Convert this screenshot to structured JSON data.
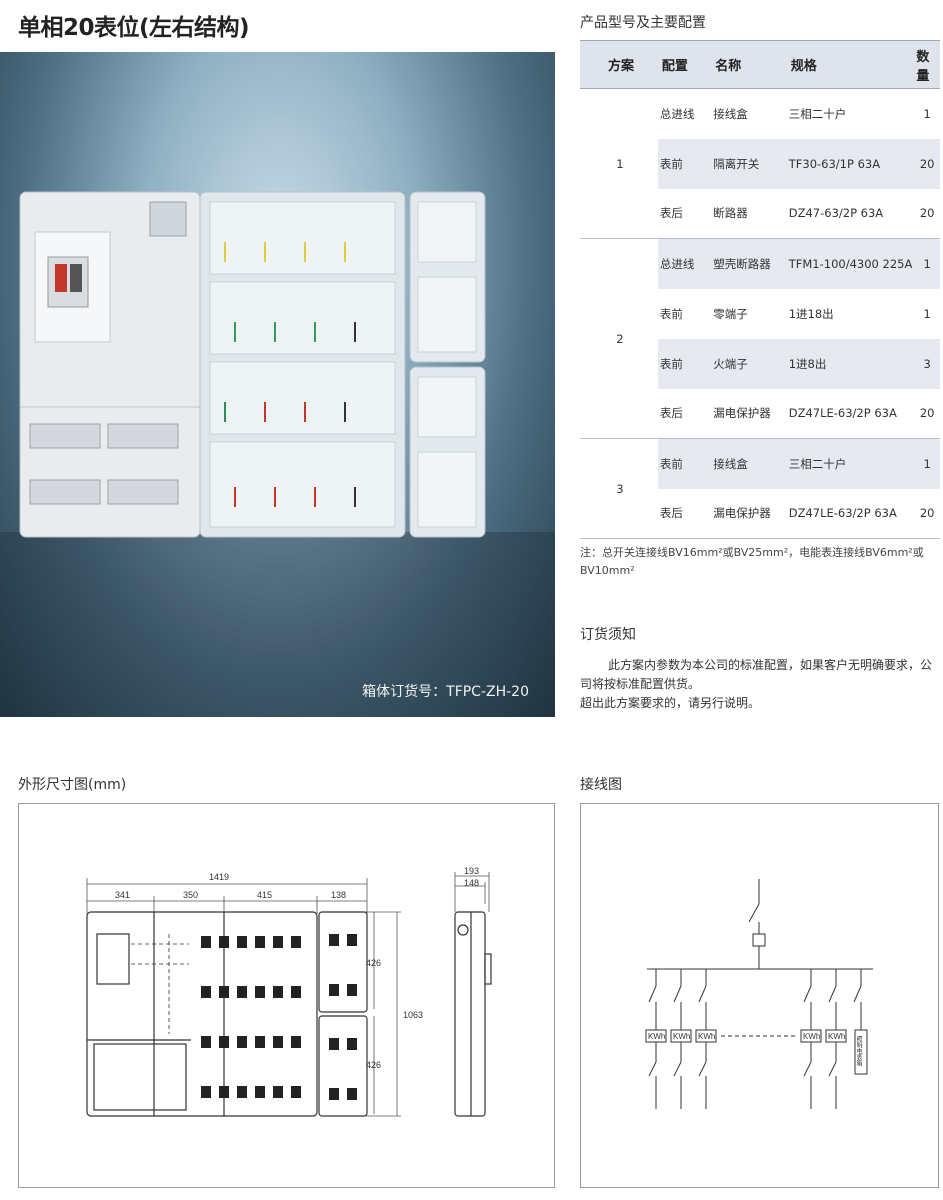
{
  "title": "单相20表位(左右结构)",
  "photo": {
    "caption": "箱体订货号：TFPC-ZH-20"
  },
  "config": {
    "title": "产品型号及主要配置",
    "headers": [
      "方案",
      "配置",
      "名称",
      "规格",
      "数量"
    ],
    "groups": [
      {
        "scheme": "1",
        "rows": [
          {
            "config": "总进线",
            "name": "接线盒",
            "spec": "三相二十户",
            "qty": "1"
          },
          {
            "config": "表前",
            "name": "隔离开关",
            "spec": "TF30-63/1P 63A",
            "qty": "20"
          },
          {
            "config": "表后",
            "name": "断路器",
            "spec": "DZ47-63/2P 63A",
            "qty": "20"
          }
        ]
      },
      {
        "scheme": "2",
        "rows": [
          {
            "config": "总进线",
            "name": "塑壳断路器",
            "spec": "TFM1-100/4300 225A",
            "qty": "1"
          },
          {
            "config": "表前",
            "name": "零端子",
            "spec": "1进18出",
            "qty": "1"
          },
          {
            "config": "表前",
            "name": "火端子",
            "spec": "1进8出",
            "qty": "3"
          },
          {
            "config": "表后",
            "name": "漏电保护器",
            "spec": "DZ47LE-63/2P 63A",
            "qty": "20"
          }
        ]
      },
      {
        "scheme": "3",
        "rows": [
          {
            "config": "表前",
            "name": "接线盒",
            "spec": "三相二十户",
            "qty": "1"
          },
          {
            "config": "表后",
            "name": "漏电保护器",
            "spec": "DZ47LE-63/2P 63A",
            "qty": "20"
          }
        ]
      }
    ]
  },
  "note": "注：总开关连接线BV16mm²或BV25mm²，电能表连接线BV6mm²或BV10mm²",
  "order": {
    "title": "订货须知",
    "line1": "此方案内参数为本公司的标准配置，如果客户无明确要求，公司将按标准配置供货。",
    "line2": "超出此方案要求的，请另行说明。"
  },
  "dimensions": {
    "title": "外形尺寸图(mm)",
    "total_width": "1419",
    "widths": [
      "341",
      "350",
      "415",
      "138"
    ],
    "height": "1063",
    "section_height": "426",
    "side_depth_outer": "193",
    "side_depth_inner": "148"
  },
  "wiring": {
    "title": "接线图",
    "meter_label": "KWh",
    "reserve_label": "照明电表箱"
  },
  "colors": {
    "table_header": "#dfe4ec",
    "row_shade": "#e6eaf0",
    "photo_bg": "#4d6e83"
  }
}
